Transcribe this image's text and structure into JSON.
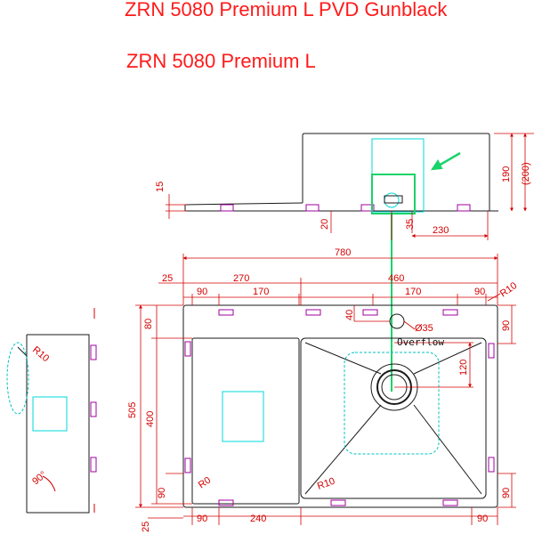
{
  "titles": {
    "main": "ZRN 5080 Premium L PVD Gunblack",
    "sub": "ZRN 5080 Premium L"
  },
  "dimensions": {
    "overall_width": "780",
    "left_margin": "25",
    "left_section": "270",
    "right_section": "460",
    "left_offset": "90",
    "left_span": "170",
    "right_span": "170",
    "right_offset": "90",
    "corner_radius_top": "R10",
    "top_margin_left": "80",
    "overall_depth": "505",
    "left_bowl_depth": "400",
    "bottom_offset_left": "90",
    "bottom_margin": "25",
    "bottom_left_offset": "90",
    "bottom_left_span": "240",
    "bottom_right_offset": "90",
    "right_top_offset": "90",
    "right_bottom_offset": "90",
    "drain_offset": "120",
    "overflow_offset": "40",
    "overflow_diameter": "Ø35",
    "inner_radius": "R10",
    "drainboard_radius": "R0",
    "side_radius": "R10",
    "side_angle": "90°",
    "profile_height": "190",
    "profile_height_alt": "(200)",
    "profile_drainboard_thickness": "15",
    "profile_rim": "20",
    "profile_overflow_offset": "35",
    "profile_drain_offset": "230"
  },
  "labels": {
    "overflow": "Overflow"
  },
  "colors": {
    "title": "#ff1a1a",
    "dimension": "#d40000",
    "outline": "#1a1a1a",
    "accent": "#00e0e0",
    "highlight": "#19d36a"
  }
}
